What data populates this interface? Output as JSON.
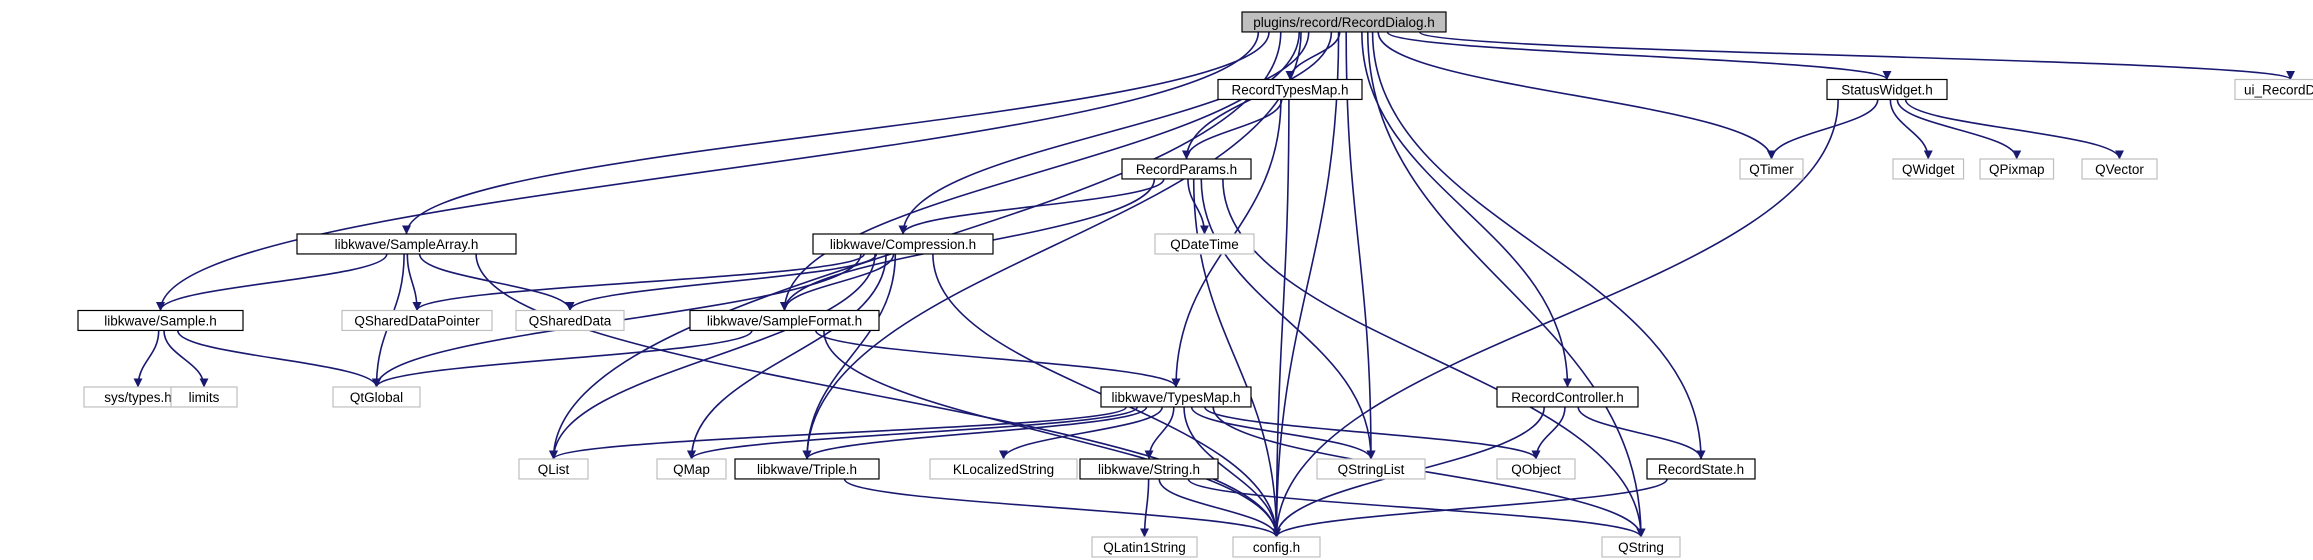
{
  "colors": {
    "edge": "#191970",
    "root_fill": "#bfbfbf",
    "documented_border": "#000000",
    "external_border": "#bfbfbf",
    "external_text": "#3f3f3f",
    "node_fill": "#ffffff"
  },
  "nodes": [
    {
      "id": "root",
      "label": "plugins/record/RecordDialog.h",
      "kind": "root"
    },
    {
      "id": "qlist",
      "label": "QList",
      "kind": "external"
    },
    {
      "id": "sample",
      "label": "libkwave/Sample.h",
      "kind": "documented"
    },
    {
      "id": "systypes",
      "label": "sys/types.h",
      "kind": "external"
    },
    {
      "id": "limits",
      "label": "limits",
      "kind": "external"
    },
    {
      "id": "qtglobal",
      "label": "QtGlobal",
      "kind": "external"
    },
    {
      "id": "config",
      "label": "config.h",
      "kind": "external"
    },
    {
      "id": "samplearray",
      "label": "libkwave/SampleArray.h",
      "kind": "documented"
    },
    {
      "id": "qshareddatapointer",
      "label": "QSharedDataPointer",
      "kind": "external"
    },
    {
      "id": "qshareddata",
      "label": "QSharedData",
      "kind": "external"
    },
    {
      "id": "sampleformat",
      "label": "libkwave/SampleFormat.h",
      "kind": "documented"
    },
    {
      "id": "typesmap",
      "label": "libkwave/TypesMap.h",
      "kind": "documented"
    },
    {
      "id": "qmap",
      "label": "QMap",
      "kind": "external"
    },
    {
      "id": "triple",
      "label": "libkwave/Triple.h",
      "kind": "documented"
    },
    {
      "id": "klocalizedstring",
      "label": "KLocalizedString",
      "kind": "external"
    },
    {
      "id": "string",
      "label": "libkwave/String.h",
      "kind": "documented"
    },
    {
      "id": "qlatin1string",
      "label": "QLatin1String",
      "kind": "external"
    },
    {
      "id": "qstring",
      "label": "QString",
      "kind": "external"
    },
    {
      "id": "qstringlist",
      "label": "QStringList",
      "kind": "external"
    },
    {
      "id": "qobject",
      "label": "QObject",
      "kind": "external"
    },
    {
      "id": "compression",
      "label": "libkwave/Compression.h",
      "kind": "documented"
    },
    {
      "id": "recordtypesmap",
      "label": "RecordTypesMap.h",
      "kind": "documented"
    },
    {
      "id": "recordparams",
      "label": "RecordParams.h",
      "kind": "documented"
    },
    {
      "id": "qdatetime",
      "label": "QDateTime",
      "kind": "external"
    },
    {
      "id": "recordcontroller",
      "label": "RecordController.h",
      "kind": "documented"
    },
    {
      "id": "recordstate",
      "label": "RecordState.h",
      "kind": "documented"
    },
    {
      "id": "qtimer",
      "label": "QTimer",
      "kind": "external"
    },
    {
      "id": "statuswidget",
      "label": "StatusWidget.h",
      "kind": "documented"
    },
    {
      "id": "qwidget",
      "label": "QWidget",
      "kind": "external"
    },
    {
      "id": "qpixmap",
      "label": "QPixmap",
      "kind": "external"
    },
    {
      "id": "qvector",
      "label": "QVector",
      "kind": "external"
    },
    {
      "id": "uirecorddlg",
      "label": "ui_RecordDlg.h",
      "kind": "external"
    }
  ],
  "edges": [
    [
      "root",
      "qlist"
    ],
    [
      "root",
      "sample"
    ],
    [
      "root",
      "samplearray"
    ],
    [
      "root",
      "sampleformat"
    ],
    [
      "root",
      "compression"
    ],
    [
      "root",
      "triple"
    ],
    [
      "root",
      "recordtypesmap"
    ],
    [
      "root",
      "recordparams"
    ],
    [
      "root",
      "qstringlist"
    ],
    [
      "root",
      "recordcontroller"
    ],
    [
      "root",
      "recordstate"
    ],
    [
      "root",
      "config"
    ],
    [
      "root",
      "qtimer"
    ],
    [
      "root",
      "statuswidget"
    ],
    [
      "root",
      "qstring"
    ],
    [
      "root",
      "uirecorddlg"
    ],
    [
      "samplearray",
      "sample"
    ],
    [
      "samplearray",
      "qshareddatapointer"
    ],
    [
      "samplearray",
      "qshareddata"
    ],
    [
      "samplearray",
      "qtglobal"
    ],
    [
      "samplearray",
      "config"
    ],
    [
      "sample",
      "systypes"
    ],
    [
      "sample",
      "limits"
    ],
    [
      "sample",
      "qtglobal"
    ],
    [
      "compression",
      "qshareddatapointer"
    ],
    [
      "compression",
      "qshareddata"
    ],
    [
      "compression",
      "sampleformat"
    ],
    [
      "compression",
      "qtglobal"
    ],
    [
      "compression",
      "qlist"
    ],
    [
      "compression",
      "qmap"
    ],
    [
      "compression",
      "config"
    ],
    [
      "compression",
      "triple"
    ],
    [
      "sampleformat",
      "qtglobal"
    ],
    [
      "sampleformat",
      "typesmap"
    ],
    [
      "sampleformat",
      "config"
    ],
    [
      "recordtypesmap",
      "recordparams"
    ],
    [
      "recordtypesmap",
      "typesmap"
    ],
    [
      "recordtypesmap",
      "config"
    ],
    [
      "recordparams",
      "compression"
    ],
    [
      "recordparams",
      "sampleformat"
    ],
    [
      "recordparams",
      "qdatetime"
    ],
    [
      "recordparams",
      "qstringlist"
    ],
    [
      "recordparams",
      "config"
    ],
    [
      "recordparams",
      "qstring"
    ],
    [
      "typesmap",
      "qlist"
    ],
    [
      "typesmap",
      "qmap"
    ],
    [
      "typesmap",
      "triple"
    ],
    [
      "typesmap",
      "klocalizedstring"
    ],
    [
      "typesmap",
      "string"
    ],
    [
      "typesmap",
      "qstringlist"
    ],
    [
      "typesmap",
      "qobject"
    ],
    [
      "typesmap",
      "config"
    ],
    [
      "typesmap",
      "qstring"
    ],
    [
      "triple",
      "config"
    ],
    [
      "string",
      "qlatin1string"
    ],
    [
      "string",
      "config"
    ],
    [
      "string",
      "qstring"
    ],
    [
      "recordcontroller",
      "qobject"
    ],
    [
      "recordcontroller",
      "recordstate"
    ],
    [
      "recordcontroller",
      "config"
    ],
    [
      "recordstate",
      "config"
    ],
    [
      "statuswidget",
      "qtimer"
    ],
    [
      "statuswidget",
      "qwidget"
    ],
    [
      "statuswidget",
      "qpixmap"
    ],
    [
      "statuswidget",
      "qvector"
    ],
    [
      "statuswidget",
      "config"
    ]
  ]
}
